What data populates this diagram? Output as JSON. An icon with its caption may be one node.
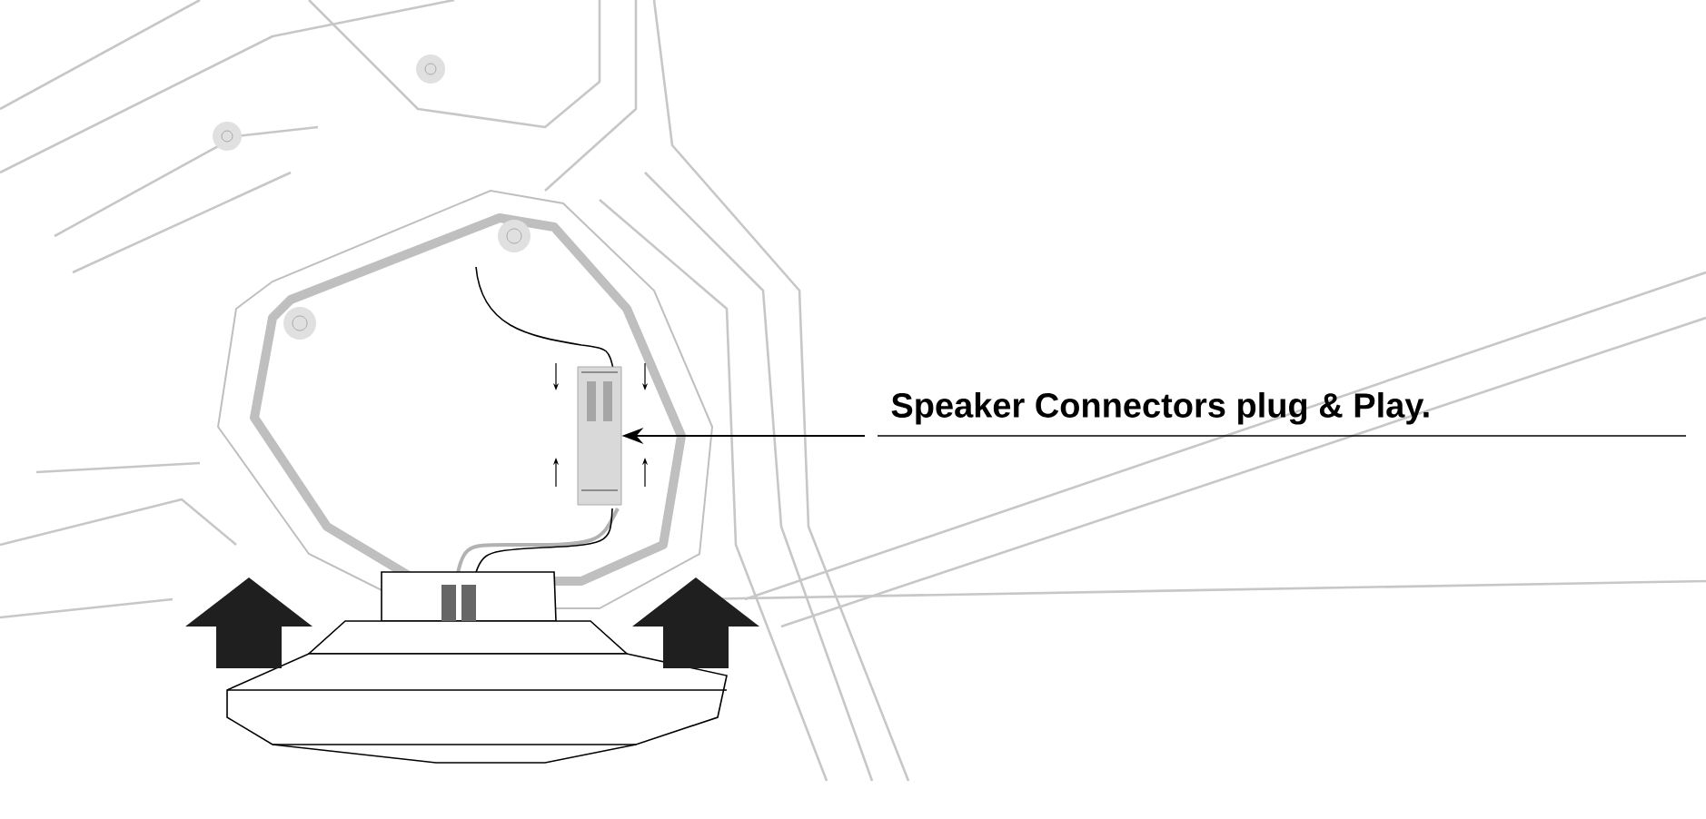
{
  "diagram": {
    "nodes": [
      {
        "text": [
          "Speaker Connectors plug & Play."
        ]
      },
      {
        "text": [],
        "shape": "picture"
      }
    ],
    "edges": [
      {
        "from": 0,
        "to": 1,
        "arrow": "to"
      }
    ]
  }
}
